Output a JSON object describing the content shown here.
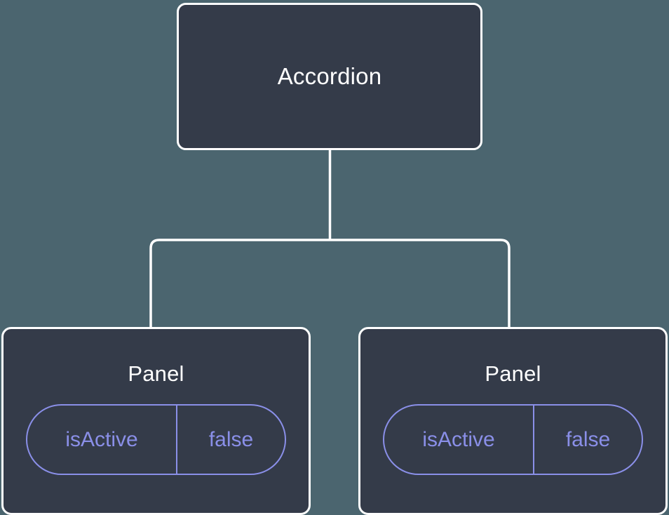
{
  "canvas": {
    "background_color": "#4b656f",
    "node_fill_color": "#343b49",
    "node_border_color": "#ffffff",
    "edge_color": "#ffffff",
    "prop_accent_color": "#8a8fe8"
  },
  "tree": {
    "root": {
      "title": "Accordion"
    },
    "children": [
      {
        "title": "Panel",
        "props": [
          {
            "key": "isActive",
            "value": "false"
          }
        ]
      },
      {
        "title": "Panel",
        "props": [
          {
            "key": "isActive",
            "value": "false"
          }
        ]
      }
    ]
  }
}
